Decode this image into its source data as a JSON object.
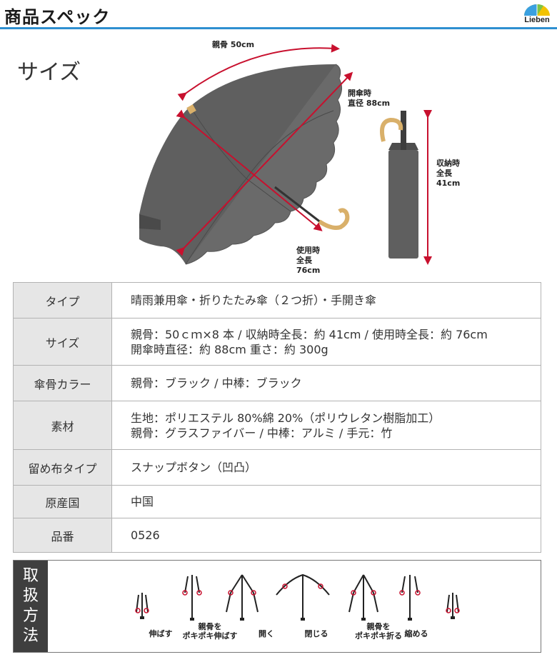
{
  "header": {
    "title": "商品スペック",
    "logo_text": "Lieben"
  },
  "size_section": {
    "heading": "サイズ",
    "rib_label": "親骨 50cm",
    "open_diameter_label": [
      "開傘時",
      "直径 88cm"
    ],
    "use_length_label": [
      "使用時",
      "全長",
      "76cm"
    ],
    "folded_length_label": [
      "収納時",
      "全長",
      "41cm"
    ]
  },
  "spec_table": {
    "rows": [
      {
        "key": "タイプ",
        "lines": [
          "晴雨兼用傘・折りたたみ傘（２つ折）・手開き傘"
        ]
      },
      {
        "key": "サイズ",
        "lines": [
          "親骨：50ｃｍ×8 本 / 収納時全長：約 41cm / 使用時全長：約 76cm",
          "開傘時直径：約 88cm 重さ：約 300g"
        ]
      },
      {
        "key": "傘骨カラー",
        "lines": [
          "親骨：ブラック / 中棒：ブラック"
        ]
      },
      {
        "key": "素材",
        "lines": [
          "生地：ポリエステル 80%綿 20%（ポリウレタン樹脂加工）",
          "親骨：グラスファイバー / 中棒：アルミ / 手元：竹"
        ]
      },
      {
        "key": "留め布タイプ",
        "lines": [
          "スナップボタン（凹凸）"
        ]
      },
      {
        "key": "原産国",
        "lines": [
          "中国"
        ]
      },
      {
        "key": "品番",
        "lines": [
          "0526"
        ]
      }
    ]
  },
  "care": {
    "title_chars": [
      "取",
      "扱",
      "方",
      "法"
    ],
    "steps": [
      {
        "label": [
          "伸ばす"
        ]
      },
      {
        "label": [
          "親骨を",
          "ポキポキ伸ばす"
        ]
      },
      {
        "label": [
          "開く"
        ]
      },
      {
        "label": [
          "閉じる"
        ]
      },
      {
        "label": [
          "親骨を",
          "ポキポキ折る"
        ]
      },
      {
        "label": [
          "縮める"
        ]
      }
    ]
  },
  "colors": {
    "accent_line": "#2e8fd0",
    "arrow": "#c8102e",
    "umbrella": "#5f5f5f",
    "key_bg": "#e6e6e6",
    "care_title_bg": "#3f3f3f"
  }
}
